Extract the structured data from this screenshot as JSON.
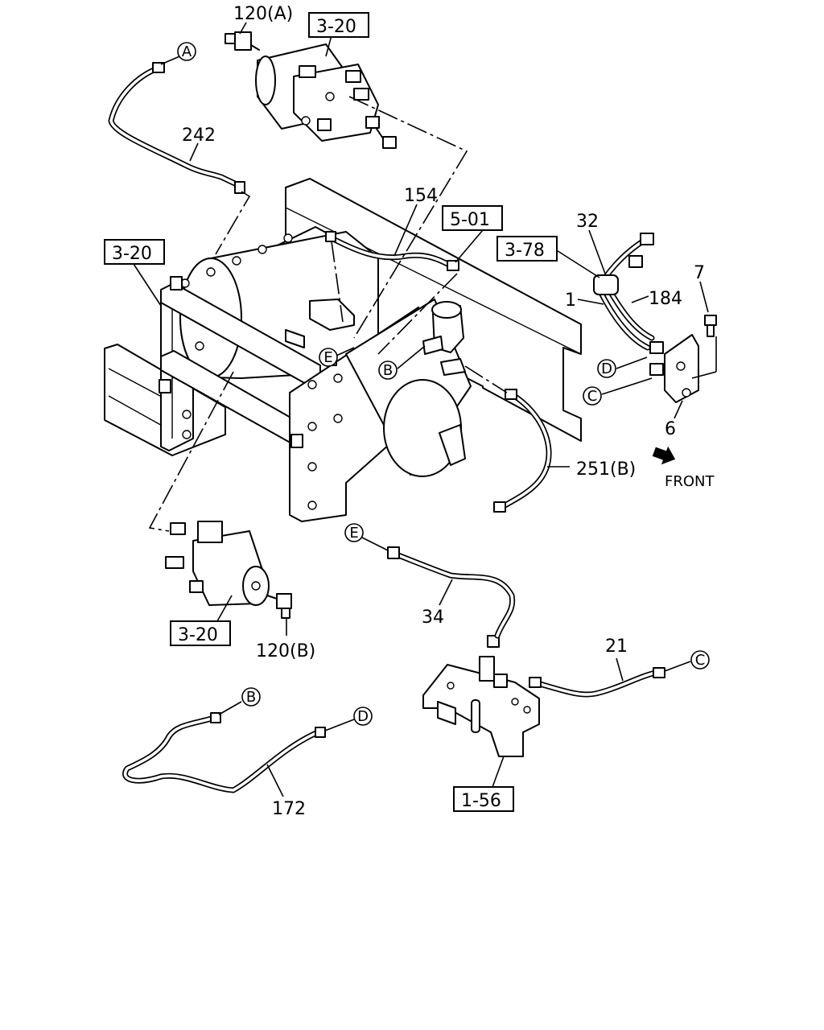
{
  "labels": {
    "p120a": "120(A)",
    "p120b": "120(B)",
    "p242": "242",
    "p154": "154",
    "p32": "32",
    "p7": "7",
    "p1": "1",
    "p184": "184",
    "p6": "6",
    "p251b": "251(B)",
    "p34": "34",
    "p21": "21",
    "p172": "172",
    "front": "FRONT"
  },
  "refs": {
    "r_320_top": "3-20",
    "r_320_left": "3-20",
    "r_320_bottom": "3-20",
    "r_501": "5-01",
    "r_378": "3-78",
    "r_156": "1-56"
  },
  "connectors": {
    "a_top": "A",
    "b_frame": "B",
    "b_bottom": "B",
    "c_right": "C",
    "c_bottom": "C",
    "d_right": "D",
    "d_bottom": "D",
    "e_frame": "E",
    "e_bottom": "E"
  }
}
